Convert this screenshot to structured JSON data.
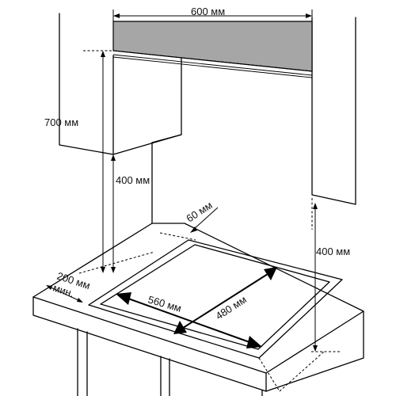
{
  "labels": {
    "hood_width": "600 мм",
    "hood_height": "700 мм",
    "cabinet_clearance": "400 мм",
    "rear_gap": "60 мм",
    "side_clearance": "400 мм",
    "front_gap_value": "200 мм",
    "front_gap_min": "мин.",
    "cutout_width": "560 мм",
    "cutout_depth": "480 мм"
  },
  "colors": {
    "hood_panel": "#a6a6a6",
    "line": "#000000",
    "background": "#ffffff"
  }
}
